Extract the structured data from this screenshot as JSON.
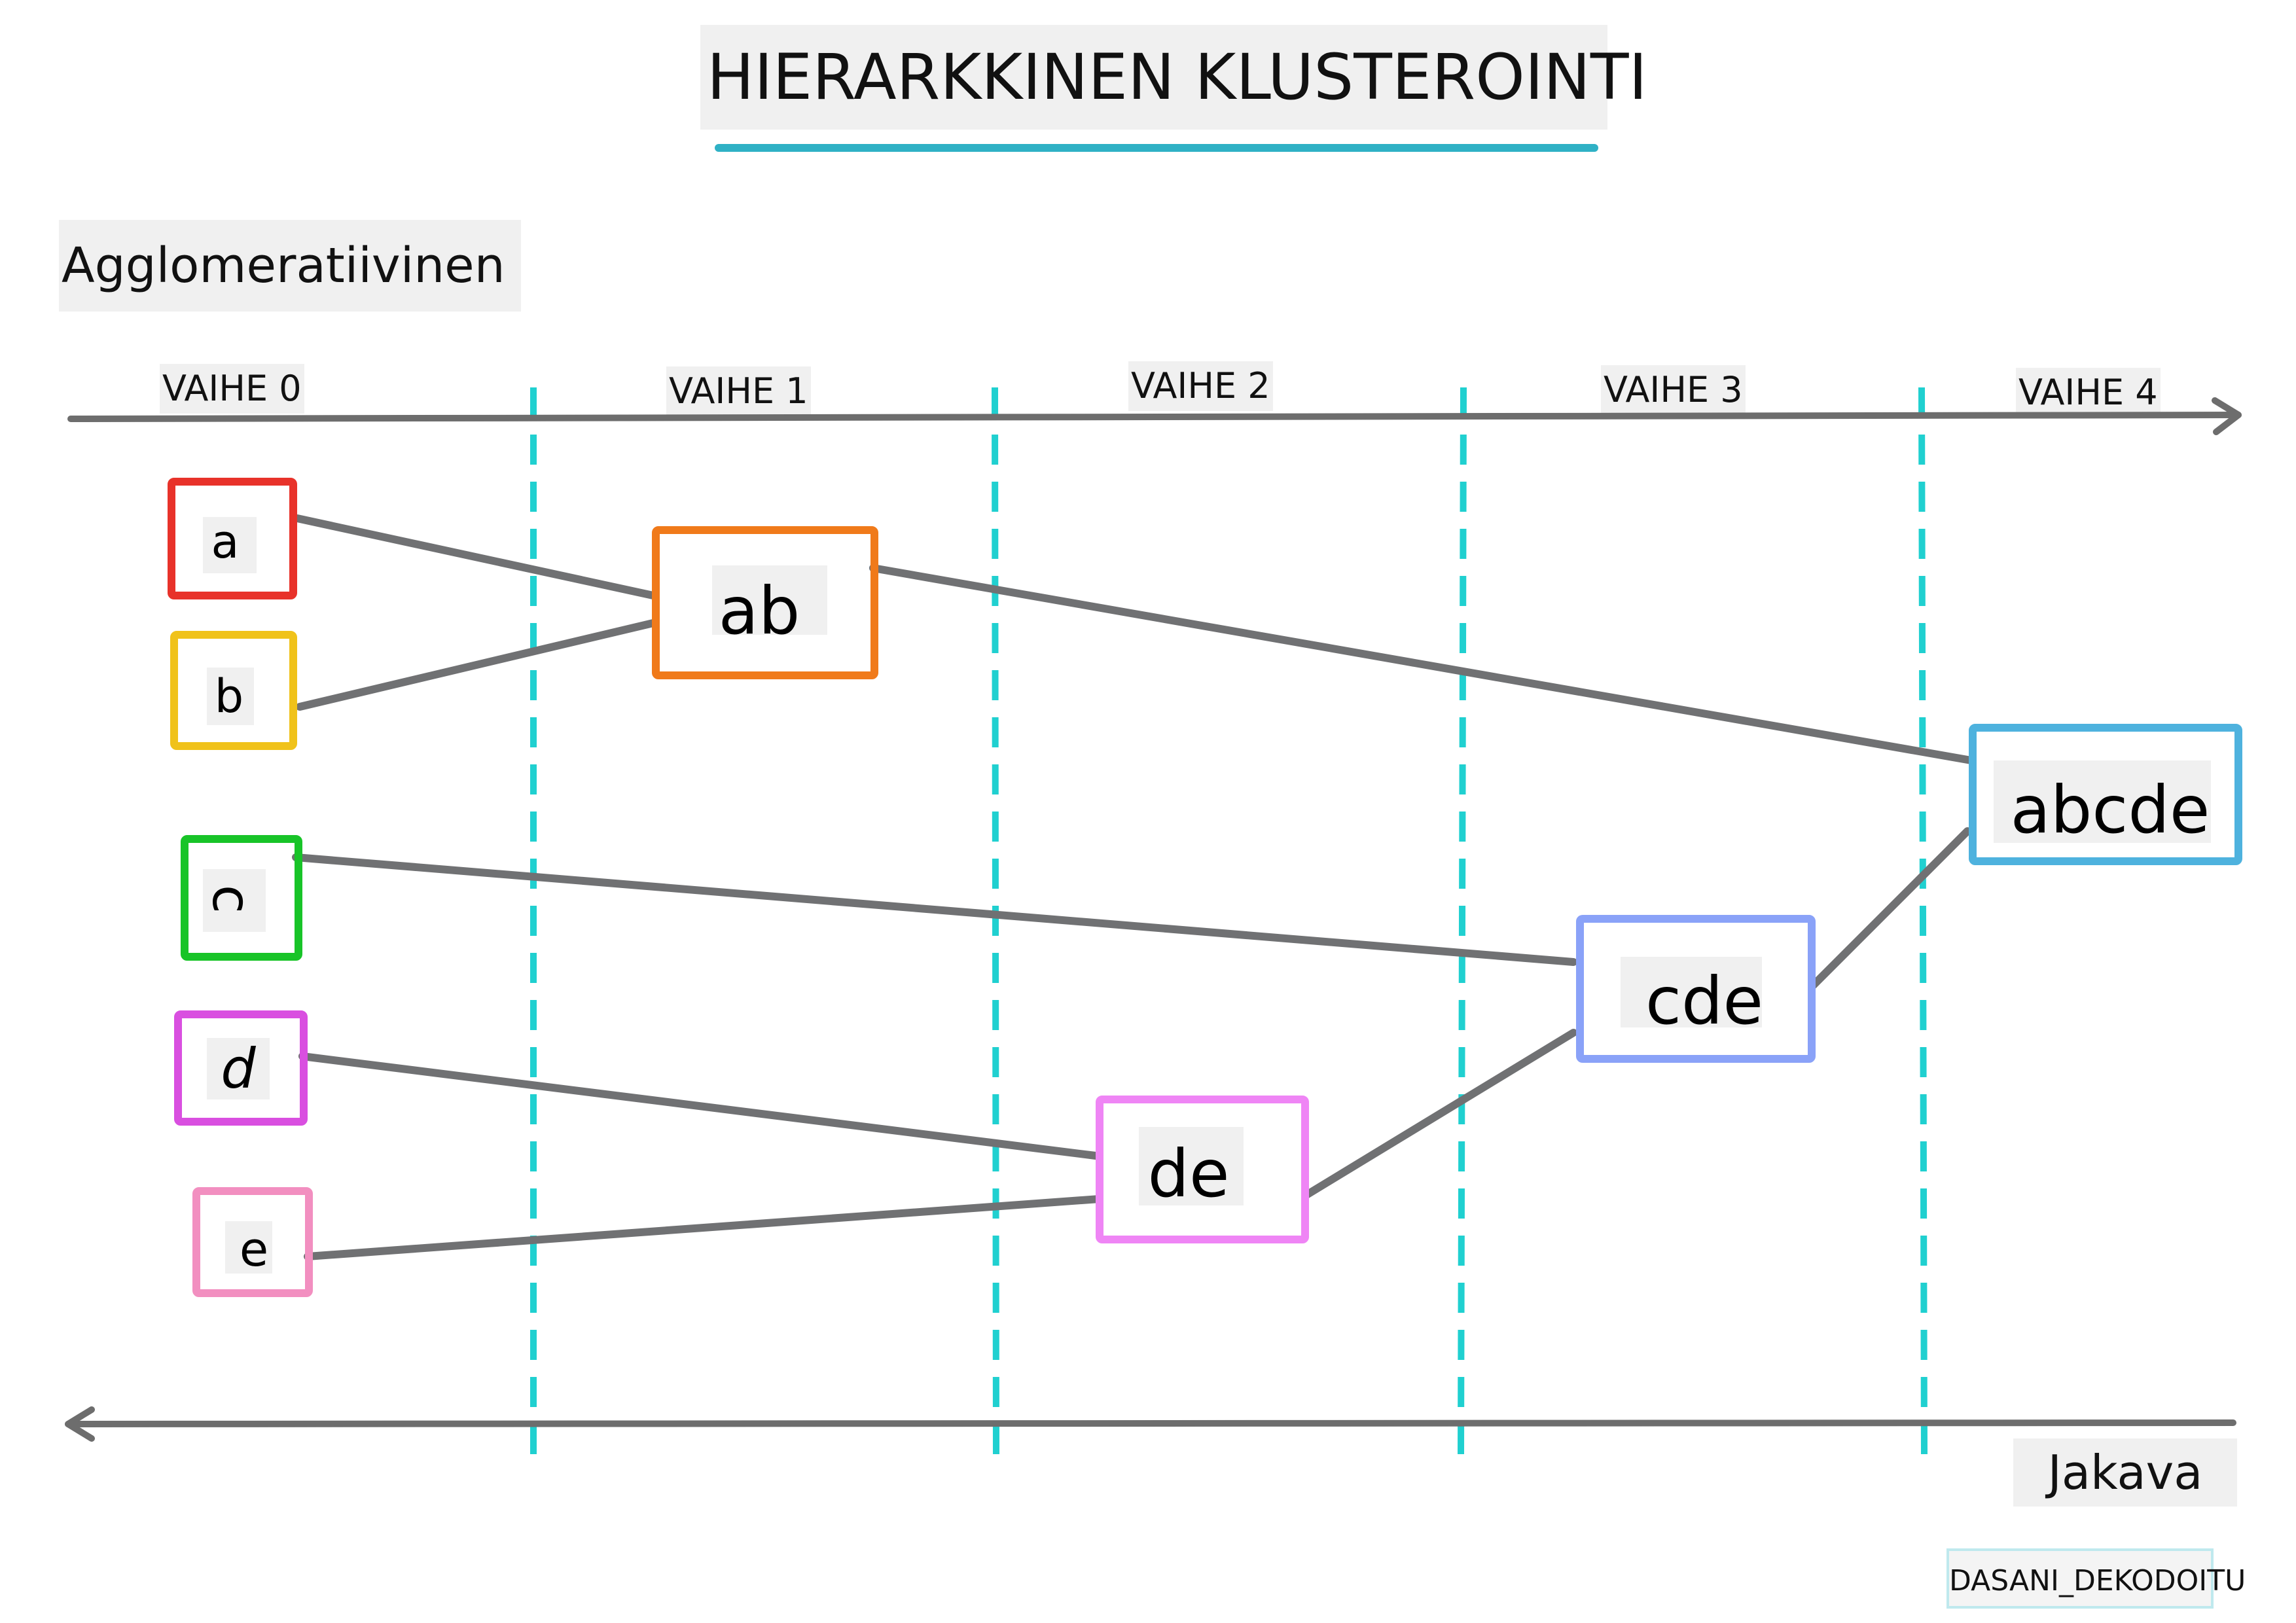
{
  "title": "HIERARKKINEN KLUSTEROINTI",
  "agglomerative_label": "Agglomeratiivinen",
  "divisive_label": "Jakava",
  "stages": [
    "VAIHE 0",
    "VAIHE 1",
    "VAIHE 2",
    "VAIHE 3",
    "VAIHE 4"
  ],
  "credit": "DASANI_DEKODOITU",
  "colors": {
    "title_underline": "#2fb1c5",
    "divider": "#20d0d0",
    "connector": "#707173",
    "arrow": "#6d6d6d"
  },
  "nodes": [
    {
      "id": "a",
      "label": "a",
      "color": "#e8322a"
    },
    {
      "id": "b",
      "label": "b",
      "color": "#f0c21a"
    },
    {
      "id": "c",
      "label": "c",
      "color": "#18c428"
    },
    {
      "id": "d",
      "label": "d",
      "color": "#d94fe0"
    },
    {
      "id": "e",
      "label": "e",
      "color": "#f28fc0"
    },
    {
      "id": "ab",
      "label": "ab",
      "color": "#f07a1a"
    },
    {
      "id": "de",
      "label": "de",
      "color": "#ef85f5"
    },
    {
      "id": "cde",
      "label": "cde",
      "color": "#8aa2f8"
    },
    {
      "id": "abcde",
      "label": "abcde",
      "color": "#4eb2de"
    }
  ],
  "merges": [
    {
      "from": "a",
      "to": "ab"
    },
    {
      "from": "b",
      "to": "ab"
    },
    {
      "from": "d",
      "to": "de"
    },
    {
      "from": "e",
      "to": "de"
    },
    {
      "from": "c",
      "to": "cde"
    },
    {
      "from": "de",
      "to": "cde"
    },
    {
      "from": "ab",
      "to": "abcde"
    },
    {
      "from": "cde",
      "to": "abcde"
    }
  ]
}
